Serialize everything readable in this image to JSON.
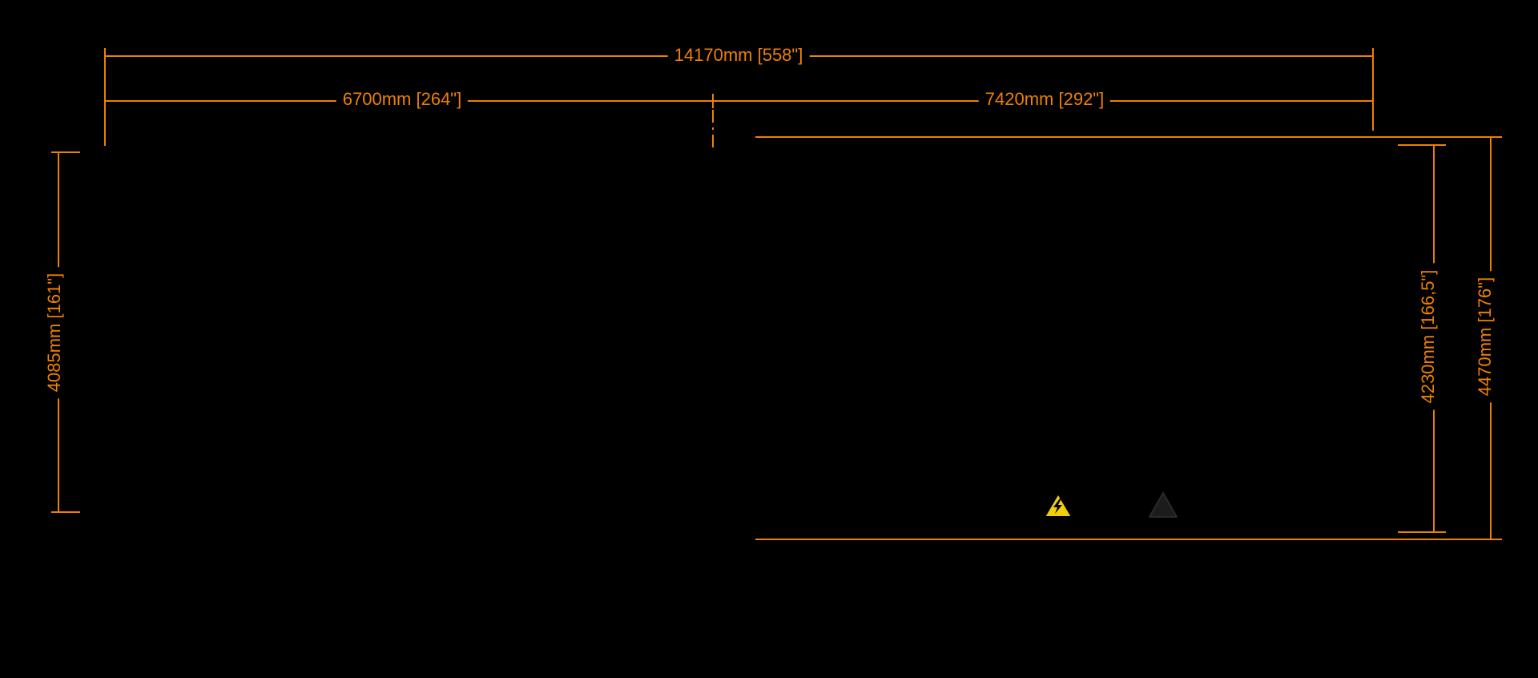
{
  "drawing": {
    "type": "floor-plan-dimension-drawing",
    "labels": {
      "overall_width": "14170mm [558\"]",
      "left_section_width": "6700mm [264\"]",
      "right_section_width": "7420mm [292\"]",
      "left_section_height": "4085mm [161\"]",
      "right_section_inner_height": "4230mm [166,5\"]",
      "right_section_outer_height": "4470mm [176\"]"
    },
    "colors": {
      "dimension": "#EE8000",
      "background": "#000000",
      "hazard_yellow": "#F2CE0A",
      "hazard_dark": "#1C1C1C"
    },
    "icons": [
      {
        "name": "high-voltage-warning-icon"
      },
      {
        "name": "warning-triangle-icon"
      }
    ]
  }
}
